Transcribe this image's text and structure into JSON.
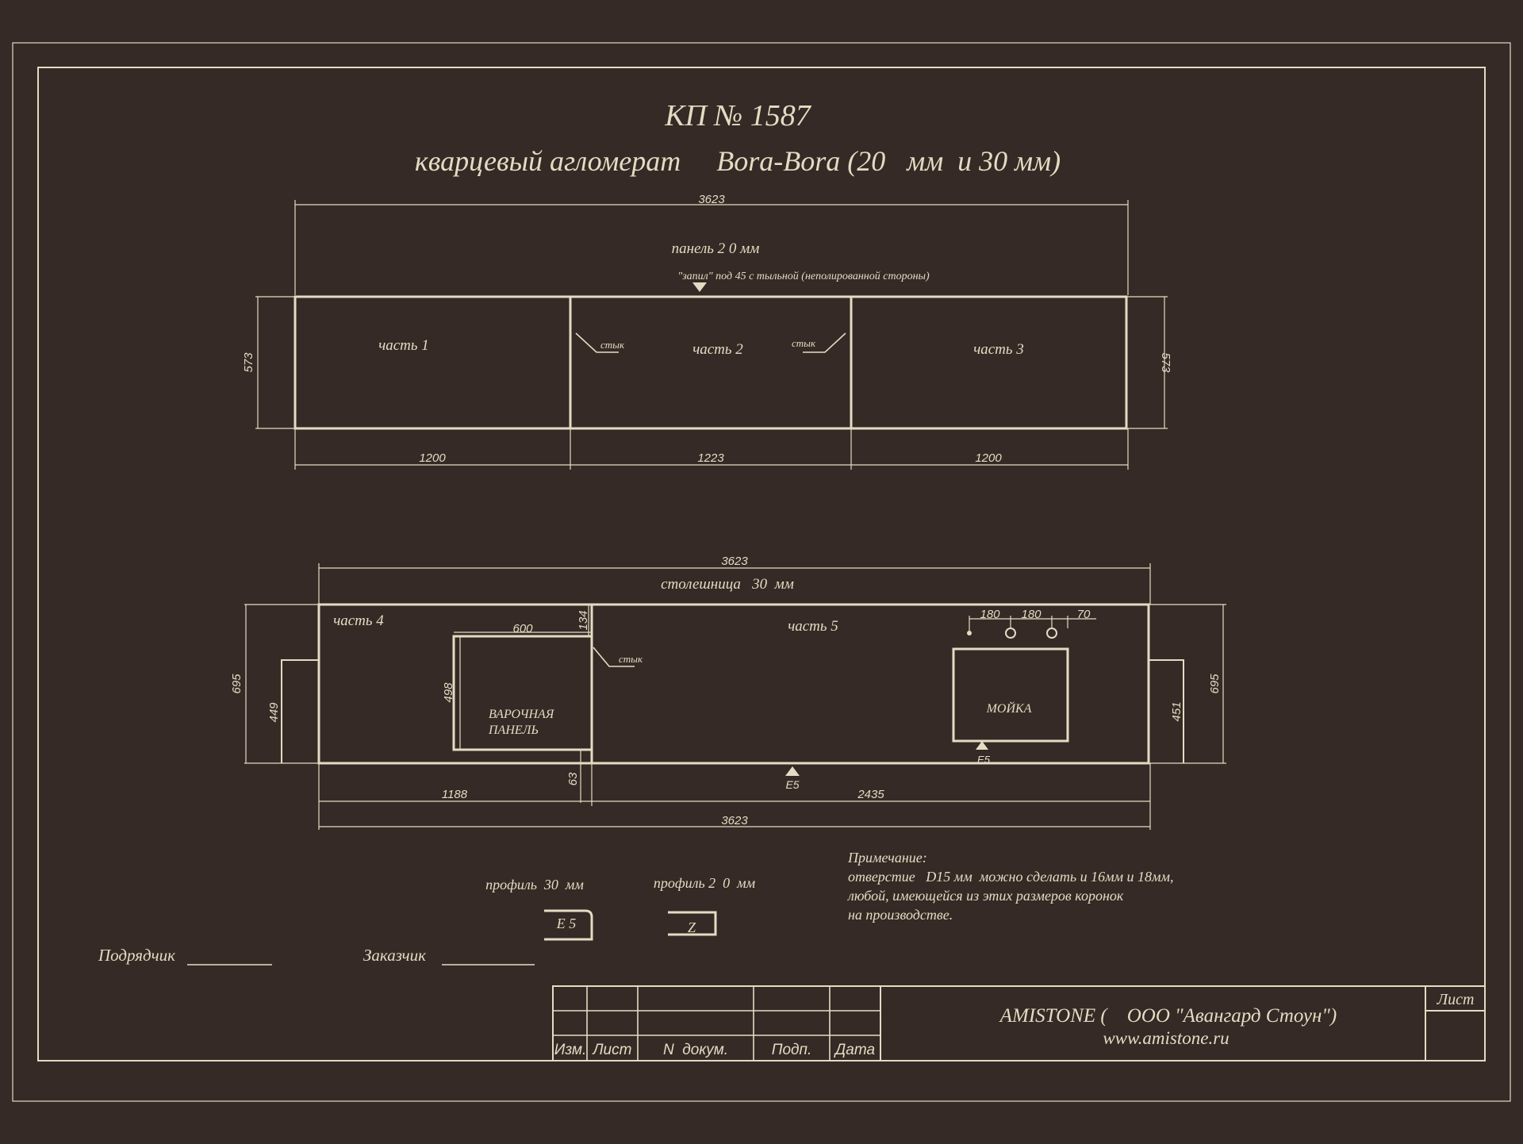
{
  "colors": {
    "background": "#352a25",
    "ink": "#e3dcc3"
  },
  "header": {
    "title": "КП № 1587",
    "subtitle": "кварцевый агломерат     Bora-Bora (20   мм  и 30 мм)"
  },
  "top_panel": {
    "label": "панель 2 0  мм",
    "cut_note": "\"запил\" под 45 с тыльной (неполированной стороны)",
    "overall_width": "3623",
    "height": "573",
    "parts": [
      "часть 1",
      "часть 2",
      "часть 3"
    ],
    "part_widths": [
      "1200",
      "1223",
      "1200"
    ],
    "joint_label": "стык"
  },
  "bottom_panel": {
    "label": "столешница   30  мм",
    "overall_width": "3623",
    "height_left": "695",
    "height_right": "695",
    "side_left": "449",
    "side_right": "451",
    "parts": [
      "часть 4",
      "часть 5"
    ],
    "segment_widths": [
      "1188",
      "2435"
    ],
    "hob": {
      "line1": "ВАРОЧНАЯ",
      "line2": "ПАНЕЛЬ",
      "width": "600",
      "depth": "498",
      "offset_top": "134",
      "offset_bottom": "63"
    },
    "sink": {
      "label": "МОЙКА",
      "hole_spacings": [
        "180",
        "180",
        "70"
      ],
      "edge_label": "Е5"
    },
    "front_edge_label": "Е5",
    "joint_label": "стык"
  },
  "profiles": {
    "p30": {
      "label": "профиль  30  мм",
      "code": "Е 5"
    },
    "p20": {
      "label": "профиль 2  0  мм",
      "code": "Z"
    }
  },
  "note": {
    "title": "Примечание:",
    "lines": [
      "отверстие   D15 мм  можно сделать и 16мм и 18мм,",
      "любой, имеющейся из этих размеров коронок",
      "на производстве."
    ]
  },
  "signatures": {
    "contractor": "Подрядчик",
    "customer": "Заказчик"
  },
  "title_block": {
    "columns": [
      "Изм.",
      "Лист",
      "N  докум.",
      "Подп.",
      "Дата"
    ],
    "company": "AMISTONE (    ООО \"Авангард Стоун\")",
    "website": "www.amistone.ru",
    "sheet_label": "Лист"
  }
}
